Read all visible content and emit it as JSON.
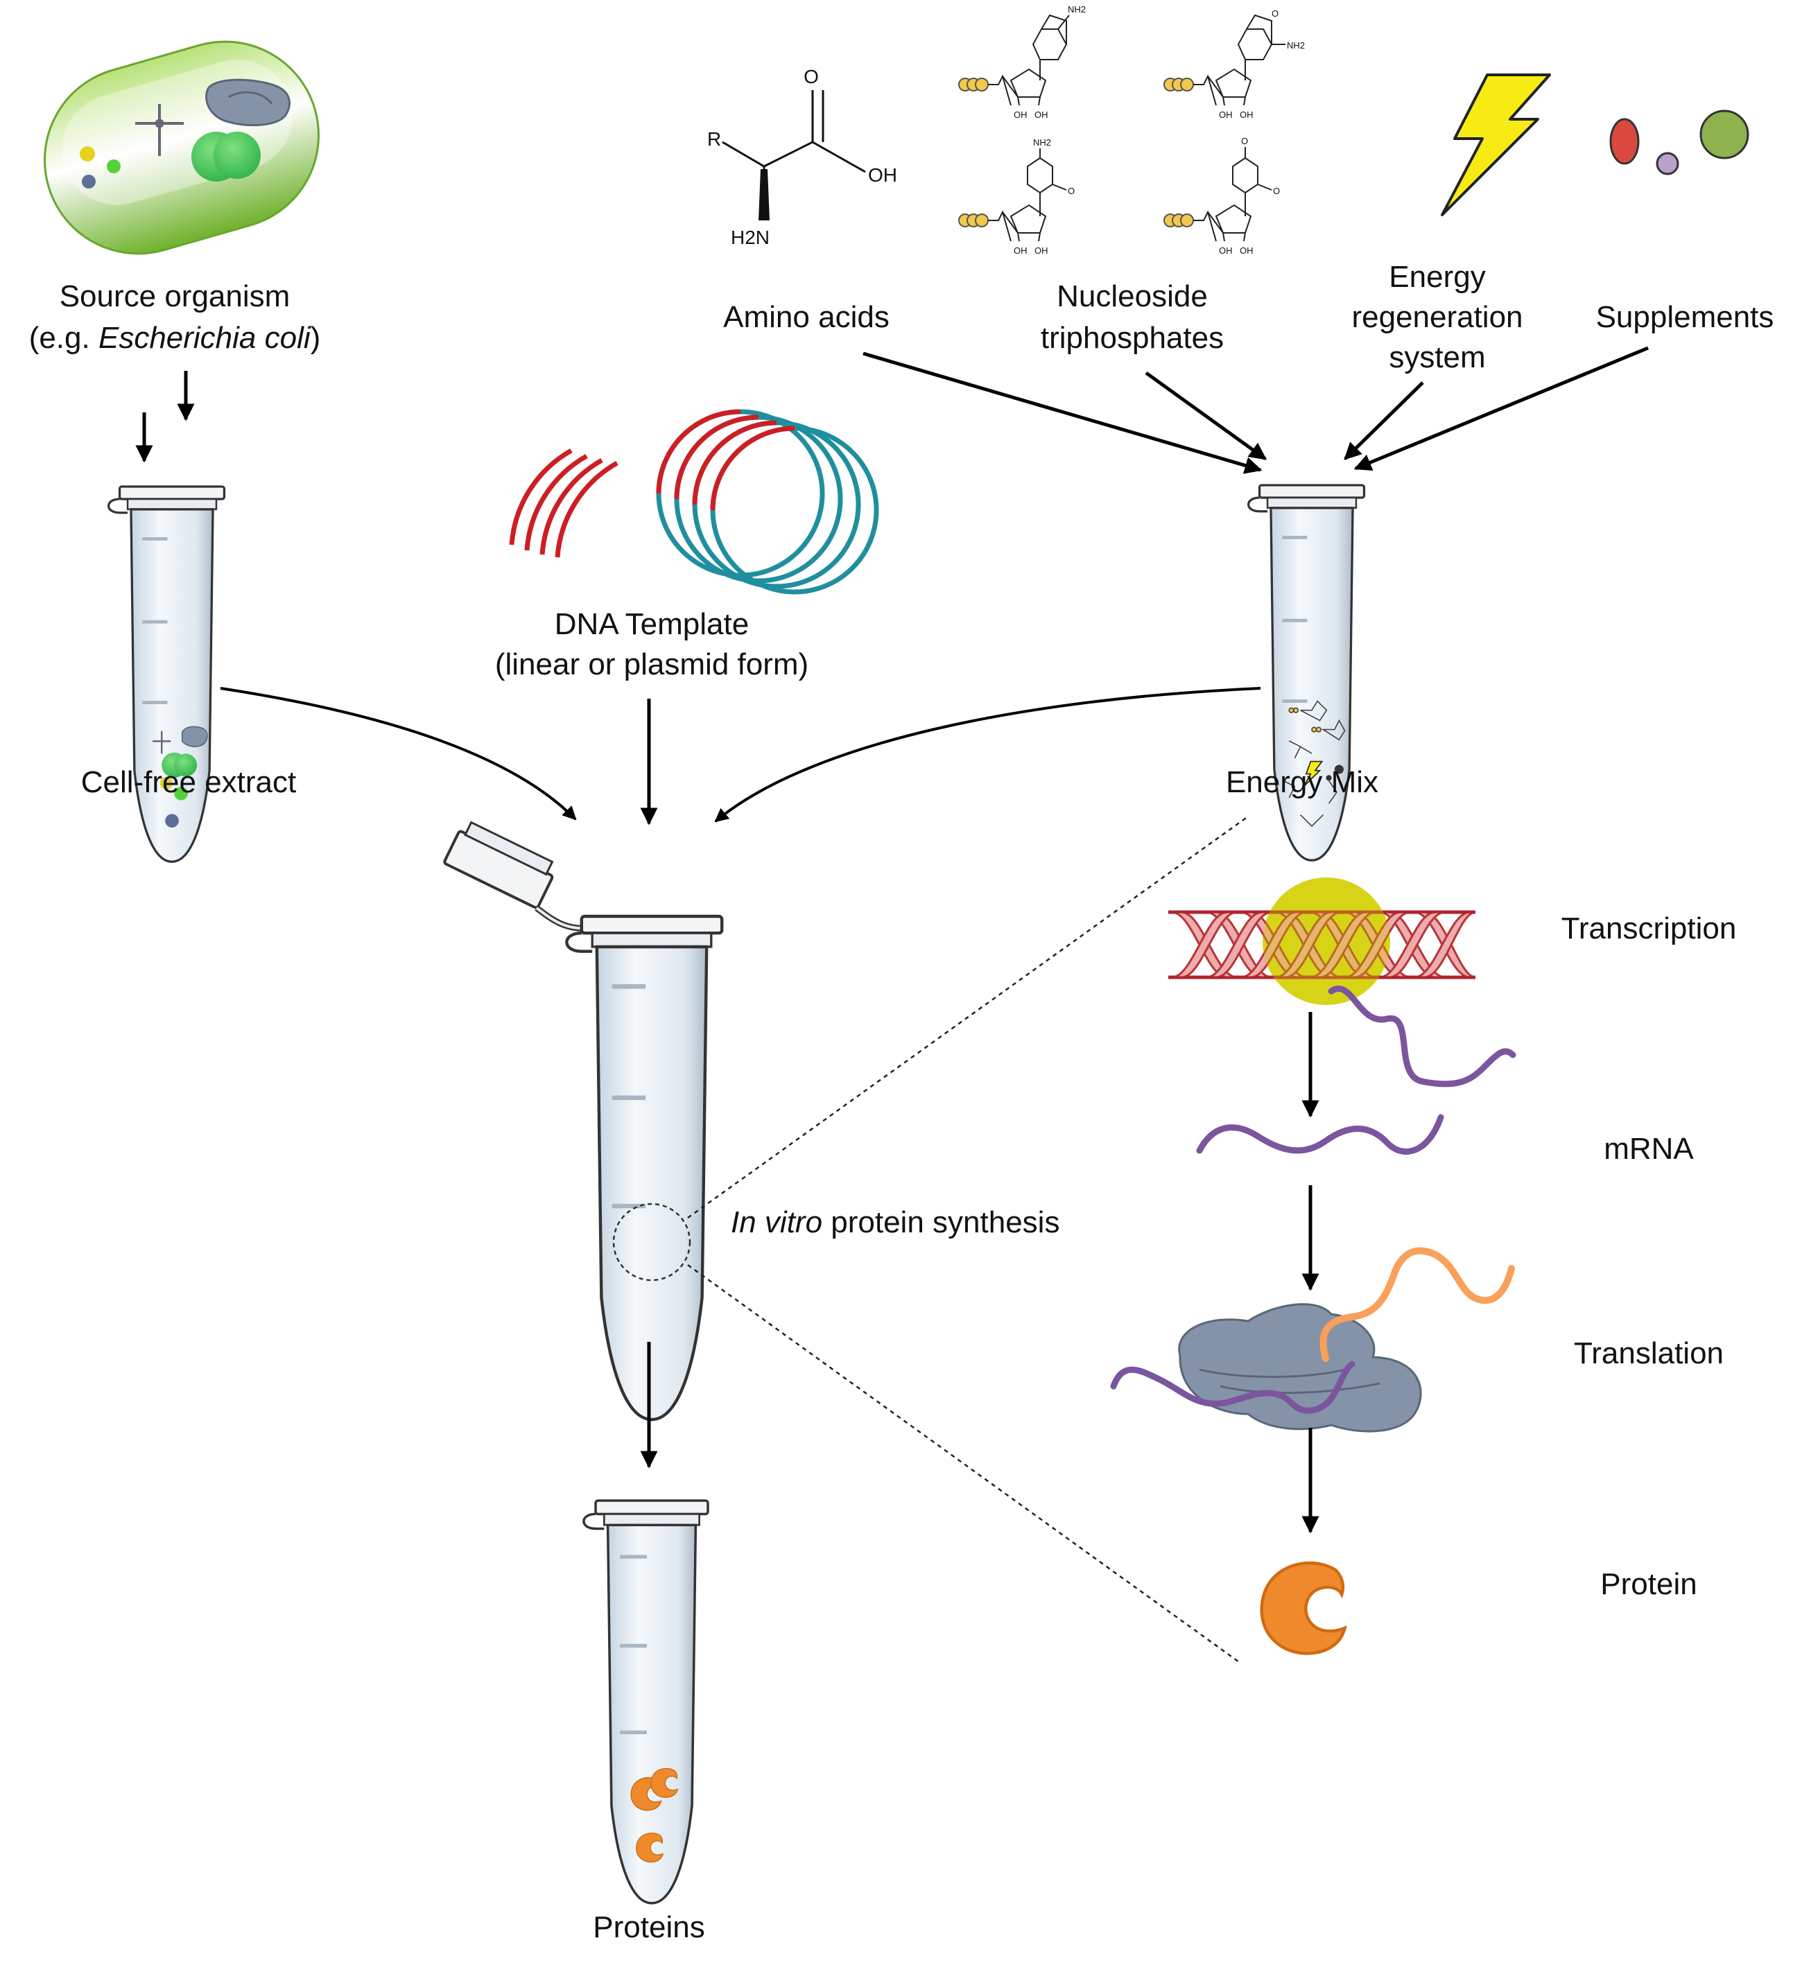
{
  "inputs": {
    "source_organism": {
      "line1": "Source organism",
      "line2_open": "(e.g. ",
      "line2_italic": "Escherichia coli",
      "line2_close": ")"
    },
    "amino_acids": "Amino acids",
    "nucleoside_triphosphates": {
      "line1": "Nucleoside",
      "line2": "triphosphates"
    },
    "energy_regeneration": {
      "line1": "Energy",
      "line2": "regeneration",
      "line3": "system"
    },
    "supplements": "Supplements"
  },
  "chemistry": {
    "amino_acid": {
      "r_group": "R",
      "oxygen": "O",
      "hydroxyl": "OH",
      "amine": "H2N"
    },
    "nucleotide_small_labels": {
      "amine": "NH2",
      "oxygen": "O",
      "hydroxyl": "OH"
    }
  },
  "tubes": {
    "cell_free_extract": "Cell-free extract",
    "dna_template": {
      "line1": "DNA Template",
      "line2": "(linear or plasmid form)"
    },
    "energy_mix": "Energy Mix",
    "reaction": {
      "italic": "In vitro",
      "rest": " protein synthesis"
    },
    "proteins": "Proteins"
  },
  "process_steps": [
    "Transcription",
    "mRNA",
    "Translation",
    "Protein"
  ],
  "colors": {
    "cell_green": "#8cc63f",
    "dna_red": "#cc1f24",
    "plasmid_teal": "#1f8fa0",
    "mrna_purple": "#7b559e",
    "protein_orange": "#ef8a2c",
    "ribosome_gray": "#8593a8",
    "polymerase_yellow": "#d8d417",
    "lightning_yellow": "#f6ec14",
    "supplement_red": "#d9493f",
    "supplement_lilac": "#b9a1cc",
    "supplement_green": "#8db24e"
  },
  "icons": [
    "bacterium-icon",
    "ribosome-icon",
    "trna-icon",
    "dna-helix-icon",
    "plasmid-icon",
    "lightning-icon",
    "microcentrifuge-tube-icon",
    "protein-icon"
  ]
}
